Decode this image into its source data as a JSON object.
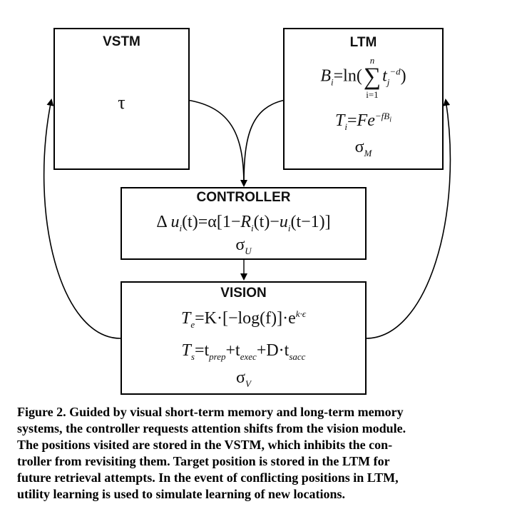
{
  "vstm": {
    "title": "VSTM",
    "param": "τ"
  },
  "ltm": {
    "title": "LTM",
    "eq1": {
      "lhs": "B",
      "lhs_sub": "i",
      "eq": "=ln(",
      "sum_top": "n",
      "sum_bot": "i=1",
      "t": "t",
      "t_sub": "j",
      "t_sup": "−d",
      "close": ")"
    },
    "eq2": {
      "lhs": "T",
      "lhs_sub": "i",
      "eq": "=",
      "F": "Fe",
      "exp": "−fB",
      "exp_sub": "i"
    },
    "param": "σ",
    "param_sub": "M"
  },
  "controller": {
    "title": "CONTROLLER",
    "eq": {
      "delta": "Δ",
      "u": "u",
      "u_sub": "i",
      "t": "(t)=α[1−",
      "R": "R",
      "R_sub": "i",
      "mid": "(t)−",
      "u2": "u",
      "u2_sub": "i",
      "end": "(t−1)]"
    },
    "param": "σ",
    "param_sub": "U"
  },
  "vision": {
    "title": "VISION",
    "eq1": {
      "lhs": "T",
      "lhs_sub": "e",
      "rhs": "=K·[−log(f)]·e",
      "sup": "k·ϵ"
    },
    "eq2": {
      "lhs": "T",
      "lhs_sub": "s",
      "eq": "=t",
      "sub1": "prep",
      "plus1": "+t",
      "sub2": "exec",
      "plus2": "+D·t",
      "sub3": "sacc"
    },
    "param": "σ",
    "param_sub": "V"
  },
  "caption": {
    "lines": [
      "Figure 2. Guided by visual short-term memory and long-term memory",
      "systems, the controller requests attention shifts from the vision module.",
      "The positions visited are stored in the VSTM, which inhibits the con-",
      "troller from revisiting them. Target position is stored in the LTM for",
      "future retrieval attempts. In the event of conflicting positions in LTM,",
      "utility learning is used to simulate learning of new locations."
    ]
  }
}
